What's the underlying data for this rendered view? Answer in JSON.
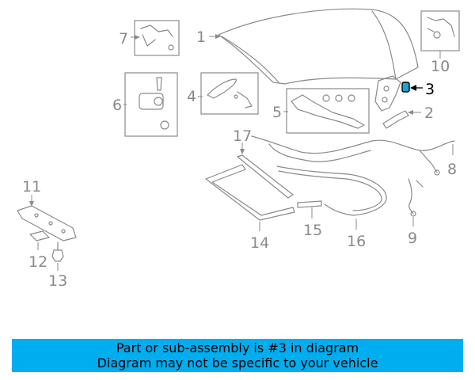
{
  "diagram": {
    "highlight_part": "3",
    "callouts": [
      "1",
      "2",
      "3",
      "4",
      "5",
      "6",
      "7",
      "8",
      "9",
      "10",
      "11",
      "12",
      "13",
      "14",
      "15",
      "16",
      "17"
    ]
  },
  "banner": {
    "line1": "Part or sub-assembly is #3 in diagram",
    "line2": "Diagram may not be specific to your vehicle"
  },
  "colors": {
    "banner_bg": "#00adef",
    "highlight": "#1aa3d6",
    "line_art": "#8a8a8a"
  }
}
